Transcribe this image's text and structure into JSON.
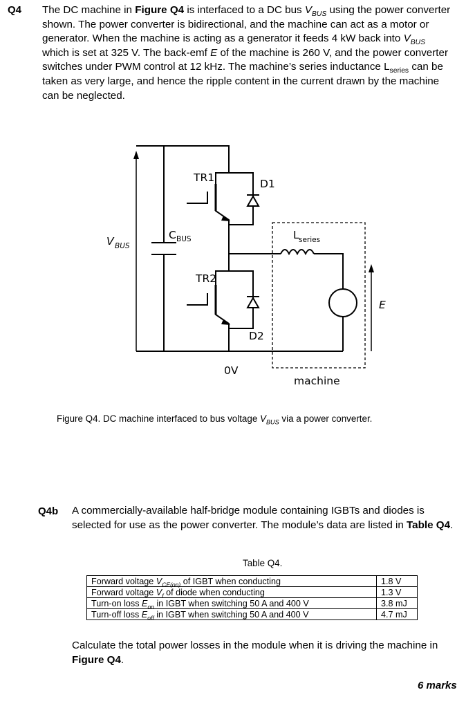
{
  "q4": {
    "number": "Q4",
    "intro": [
      {
        "t": "The DC machine in "
      },
      {
        "t": "Figure Q4",
        "b": true
      },
      {
        "t": " is interfaced to a DC bus "
      },
      {
        "t": "V",
        "i": true
      },
      {
        "t": "BUS",
        "i": true,
        "sub": true
      },
      {
        "t": " using the power converter shown. The power converter is bidirectional, and the machine can act as a motor or generator. When the machine is acting as a generator it feeds 4 kW back into "
      },
      {
        "t": "V",
        "i": true
      },
      {
        "t": "BUS",
        "i": true,
        "sub": true
      },
      {
        "t": " which is set at 325 V. The back-emf "
      },
      {
        "t": "E",
        "i": true
      },
      {
        "t": " of the machine is 260 V, and the power converter switches under PWM control at 12 kHz. The machine’s series inductance L"
      },
      {
        "t": "series",
        "sub": true
      },
      {
        "t": " can be taken as very large, and hence the ripple content in the current drawn by the machine can be neglected."
      }
    ]
  },
  "figure": {
    "labels": {
      "tr1": "TR1",
      "d1": "D1",
      "tr2": "TR2",
      "d2": "D2",
      "vbus": "V",
      "vbus_sub": "BUS",
      "cbus": "C",
      "cbus_sub": "BUS",
      "lseries": "L",
      "lseries_sub": "series",
      "e": "E",
      "ov": "0V",
      "machine": "machine"
    },
    "caption": [
      {
        "t": "Figure Q4. DC machine interfaced to bus voltage "
      },
      {
        "t": "V",
        "i": true
      },
      {
        "t": "BUS",
        "i": true,
        "sub": true
      },
      {
        "t": " via a power converter."
      }
    ]
  },
  "q4b": {
    "number": "Q4b",
    "text": [
      {
        "t": "A commercially-available half-bridge module containing IGBTs and diodes is selected for use as the power converter. The module’s data are listed in "
      },
      {
        "t": "Table Q4",
        "b": true
      },
      {
        "t": "."
      }
    ],
    "table_title": "Table Q4.",
    "table": [
      {
        "label": [
          {
            "t": "Forward voltage "
          },
          {
            "t": "V",
            "i": true
          },
          {
            "t": "CE(on)",
            "i": true,
            "sub": true
          },
          {
            "t": " of IGBT when conducting"
          }
        ],
        "value": "1.8 V"
      },
      {
        "label": [
          {
            "t": "Forward voltage "
          },
          {
            "t": "V",
            "i": true
          },
          {
            "t": "f",
            "i": true,
            "sub": true
          },
          {
            "t": " of diode when conducting"
          }
        ],
        "value": "1.3 V"
      },
      {
        "label": [
          {
            "t": "Turn-on loss "
          },
          {
            "t": "E",
            "i": true
          },
          {
            "t": "on",
            "i": true,
            "sub": true
          },
          {
            "t": " in IGBT when switching 50 A and 400 V"
          }
        ],
        "value": "3.8 mJ"
      },
      {
        "label": [
          {
            "t": "Turn-off loss "
          },
          {
            "t": "E",
            "i": true
          },
          {
            "t": "off",
            "i": true,
            "sub": true
          },
          {
            "t": " in IGBT when switching 50 A and 400 V"
          }
        ],
        "value": "4.7 mJ"
      }
    ],
    "question": [
      {
        "t": "Calculate the total power losses in the module when it is driving the machine in "
      },
      {
        "t": "Figure Q4",
        "b": true
      },
      {
        "t": "."
      }
    ],
    "marks": "6 marks"
  }
}
